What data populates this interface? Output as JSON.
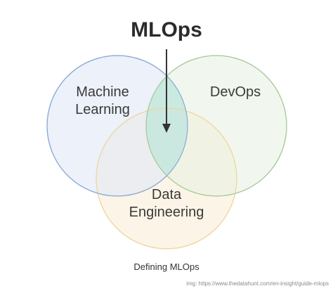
{
  "title": "MLOps",
  "circles": {
    "machine_learning": {
      "label_line1": "Machine",
      "label_line2": "Learning",
      "fill": "#dfe8f6",
      "stroke": "#8aaad6"
    },
    "devops": {
      "label": "DevOps",
      "fill": "#e8f1e3",
      "stroke": "#a9c99a"
    },
    "data_engineering": {
      "label_line1": "Data",
      "label_line2": "Engineering",
      "fill": "#fbf1dd",
      "stroke": "#efd59c"
    }
  },
  "intersection_fill": "#bfe5dc",
  "arrow_color": "#333333",
  "caption": "Defining MLOps",
  "credit": "img: https://www.thedatahunt.com/en-insight/guide-mlops"
}
